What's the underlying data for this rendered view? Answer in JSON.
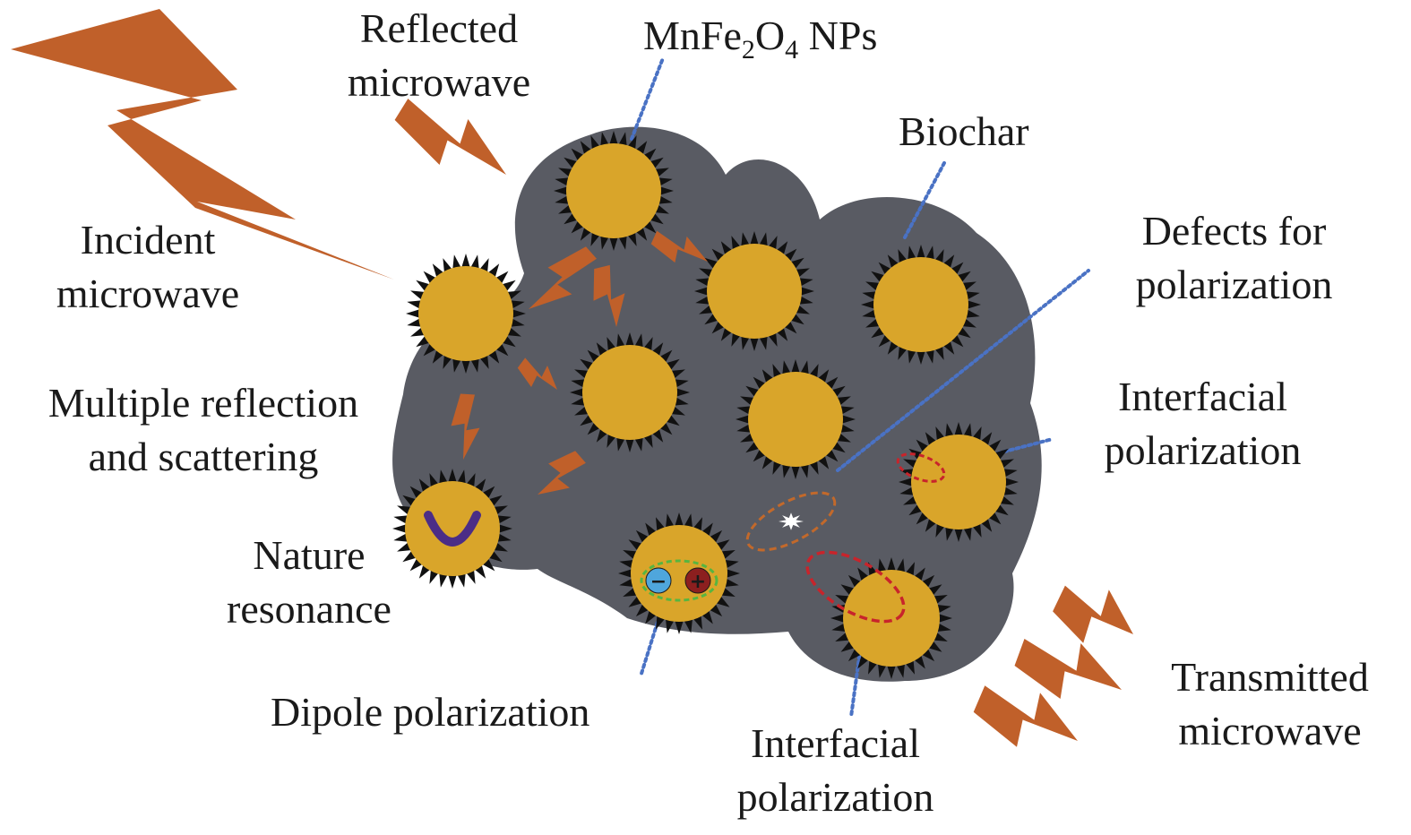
{
  "figure": {
    "labels": {
      "reflected": [
        "Reflected",
        "microwave"
      ],
      "nps": {
        "prefix": "MnFe",
        "sub1": "2",
        "mid": "O",
        "sub2": "4",
        "suffix": " NPs"
      },
      "biochar": "Biochar",
      "incident": [
        "Incident",
        "microwave"
      ],
      "defects": [
        "Defects for",
        "polarization"
      ],
      "multiple": [
        "Multiple reflection",
        "and scattering"
      ],
      "interfacial_right": [
        "Interfacial",
        "polarization"
      ],
      "nature": [
        "Nature",
        "resonance"
      ],
      "dipole": "Dipole polarization",
      "interfacial_bottom": [
        "Interfacial",
        "polarization"
      ],
      "transmitted": [
        "Transmitted",
        "microwave"
      ]
    },
    "dipole_charges": {
      "negative": "−",
      "positive": "+"
    },
    "colors": {
      "biochar": "#595b63",
      "particle_fill": "#d9a52a",
      "particle_spikes": "#111111",
      "arrow": "#c0602a",
      "leader": "#4a72c4",
      "dashed_orange": "#c2692b",
      "dashed_red": "#c8242b",
      "dashed_green": "#57b540",
      "minus_charge": "#4fa6dc",
      "plus_charge": "#8c1f1f",
      "resonance_arc": "#4b2d86"
    },
    "icons": [
      "lightning-bolt-icon",
      "spiky-nanoparticle-icon",
      "defect-star-icon"
    ]
  }
}
